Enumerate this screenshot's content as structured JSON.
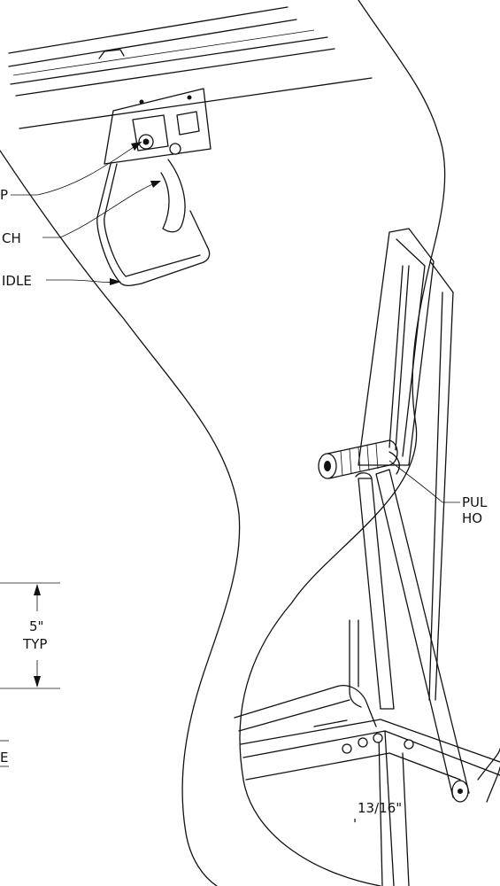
{
  "callouts": {
    "top_left_1": "P",
    "latch": "CH",
    "handle": "IDLE",
    "pull_line1": "PUL",
    "pull_line2": "HO"
  },
  "dimensions": {
    "height_value": "5\"",
    "height_note": "TYP",
    "bottom_fraction": "13/16\"",
    "bottom_mark": "'",
    "bottom_tick": "E"
  }
}
